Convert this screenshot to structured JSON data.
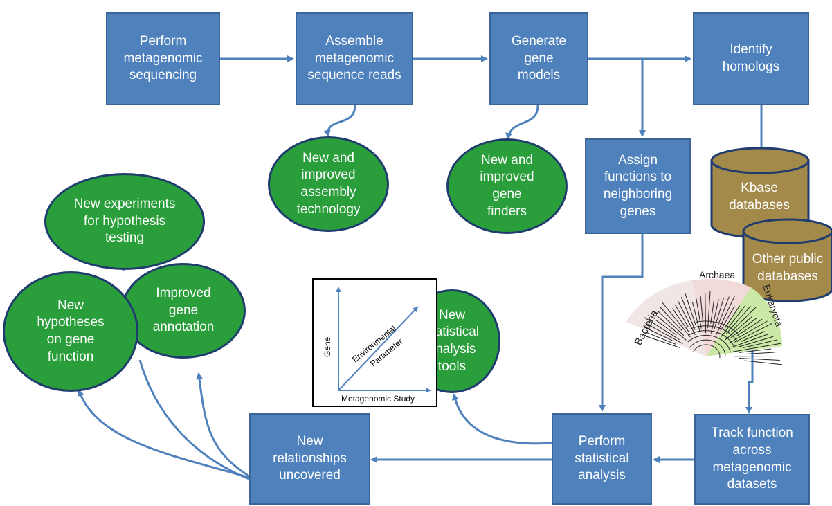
{
  "diagram": {
    "boxes": {
      "perform_sequencing": "Perform metagenomic sequencing",
      "assemble_reads": "Assemble metagenomic sequence reads",
      "generate_models": "Generate gene models",
      "identify_homologs": "Identify homologs",
      "assign_functions": "Assign functions to neighboring genes",
      "track_function": "Track function across metagenomic datasets",
      "perform_statistical": "Perform statistical analysis",
      "new_relationships": "New relationships uncovered"
    },
    "ovals": {
      "assembly_tech": "New and improved assembly technology",
      "gene_finders": "New and improved gene finders",
      "new_experiments": "New experiments for hypothesis testing",
      "new_hypotheses": "New hypotheses on gene function",
      "improved_annotation": "Improved gene annotation",
      "stat_tools": "New statistical analysis tools"
    },
    "databases": {
      "kbase": "Kbase databases",
      "other_public": "Other public databases"
    },
    "inset": {
      "y_label": "Gene",
      "x_label": "Metagenomic Study",
      "diag_label_1": "Environmental",
      "diag_label_2": "Parameter"
    },
    "tree": {
      "bacteria": "Bacteria",
      "archaea": "Archaea",
      "eukaryota": "Eukaryota"
    }
  },
  "colors": {
    "box_fill": "#4f81bd",
    "box_border": "#3a6496",
    "oval_fill": "#2a9e3a",
    "oval_border": "#1f3c6e",
    "cylinder_fill": "#a3894a",
    "arrow": "#4f81bd"
  }
}
